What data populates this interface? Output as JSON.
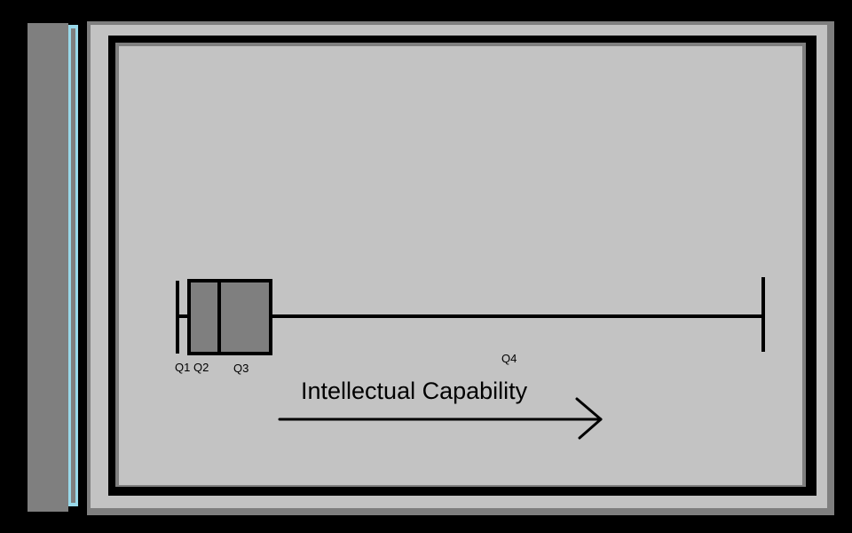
{
  "diagram": {
    "quartile_labels": [
      "Q1",
      "Q2",
      "Q3",
      "Q4"
    ],
    "caption": "Intellectual Capability"
  },
  "colors": {
    "background": "#000000",
    "outer_gray": "#808080",
    "panel_gray": "#c0c0c0",
    "box_fill": "#808080",
    "accent_strip": "#99d9ea",
    "ink": "#000000"
  }
}
